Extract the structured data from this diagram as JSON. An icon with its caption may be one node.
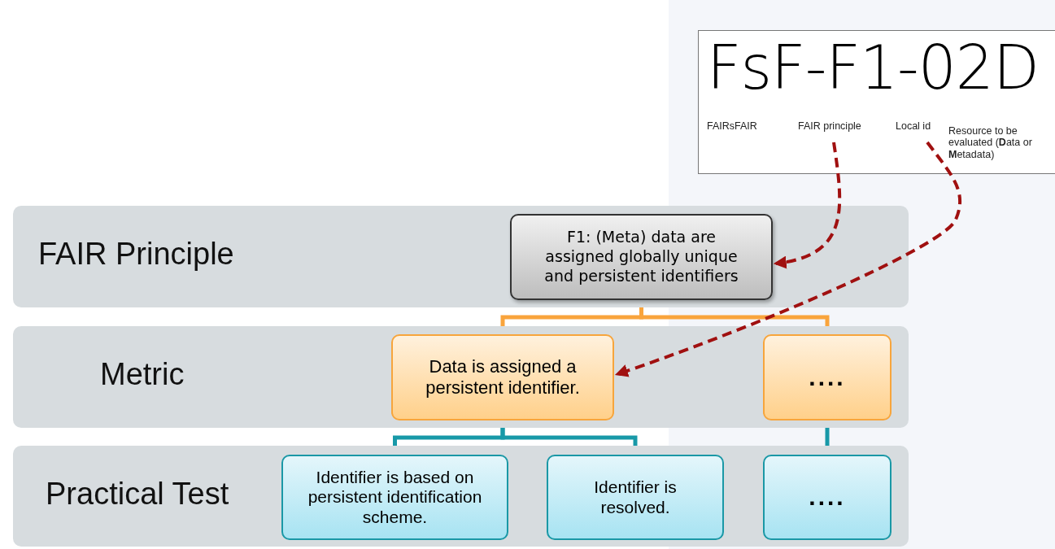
{
  "diagram": {
    "nodes": [
      {
        "text": [
          "FAIR Principle"
        ]
      },
      {
        "text": [
          "F1: (Meta) data are assigned globally unique and persistent identifiers"
        ],
        "in": 0
      },
      {
        "text": [
          "Metric"
        ]
      },
      {
        "text": [
          "Data is assigned a persistent identifier."
        ],
        "in": 2
      },
      {
        "text": [
          "...."
        ],
        "in": 2
      },
      {
        "text": [
          "Practical Test"
        ]
      },
      {
        "text": [
          "Identifier is based on persistent identification scheme."
        ],
        "in": 5
      },
      {
        "text": [
          "Identifier is resolved."
        ],
        "in": 5
      },
      {
        "text": [
          "...."
        ],
        "in": 5
      },
      {
        "text": [
          "FsF-F1-02D"
        ]
      },
      {
        "text": [
          "FAIRsFAIR"
        ],
        "in": 9
      },
      {
        "text": [
          "FAIR principle"
        ],
        "in": 9
      },
      {
        "text": [
          "Local id"
        ],
        "in": 9
      },
      {
        "text": [
          "Resource to be evaluated (**D**ata or **M**etadata)"
        ],
        "in": 9
      }
    ],
    "edges": [
      {
        "from": 1,
        "to": 3,
        "arrow": "none",
        "color": "#f9a43c"
      },
      {
        "from": 1,
        "to": 4,
        "arrow": "none",
        "color": "#f9a43c"
      },
      {
        "from": 3,
        "to": 6,
        "arrow": "none",
        "color": "#1899a8"
      },
      {
        "from": 3,
        "to": 7,
        "arrow": "none",
        "color": "#1899a8"
      },
      {
        "from": 4,
        "to": 8,
        "arrow": "none",
        "color": "#1899a8"
      },
      {
        "from": 11,
        "to": 1,
        "arrow": "to",
        "style": "dashed",
        "color": "#a01010"
      },
      {
        "from": 12,
        "to": 3,
        "arrow": "to",
        "style": "dashed",
        "color": "#a01010"
      }
    ]
  }
}
